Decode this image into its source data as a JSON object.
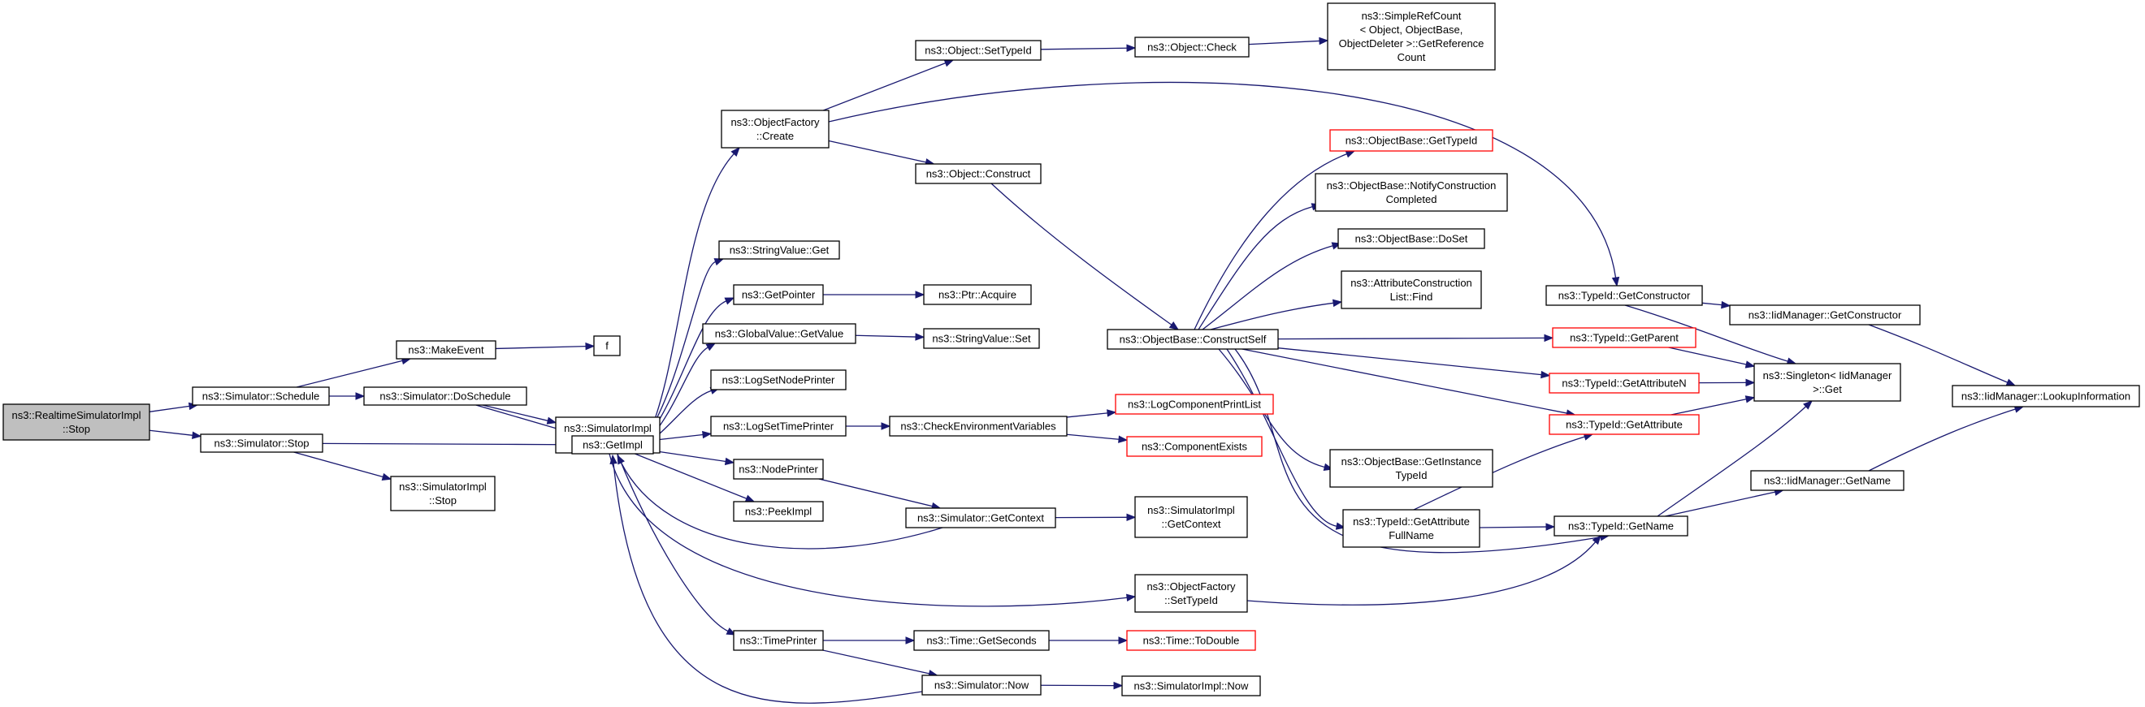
{
  "graph": {
    "nodes": [
      {
        "id": "rt_stop",
        "lines": [
          "ns3::RealtimeSimulatorImpl",
          "::Stop"
        ],
        "root": true
      },
      {
        "id": "sim_schedule",
        "lines": [
          "ns3::Simulator::Schedule"
        ]
      },
      {
        "id": "sim_stop",
        "lines": [
          "ns3::Simulator::Stop"
        ]
      },
      {
        "id": "make_event",
        "lines": [
          "ns3::MakeEvent"
        ]
      },
      {
        "id": "f",
        "lines": [
          "f"
        ]
      },
      {
        "id": "sim_doschedule",
        "lines": [
          "ns3::Simulator::DoSchedule"
        ]
      },
      {
        "id": "simimpl_schedule",
        "lines": [
          "ns3::SimulatorImpl",
          "::Schedule"
        ]
      },
      {
        "id": "simimpl_stop",
        "lines": [
          "ns3::SimulatorImpl",
          "::Stop"
        ]
      },
      {
        "id": "getimpl",
        "lines": [
          "ns3::GetImpl"
        ]
      },
      {
        "id": "objfactory_create",
        "lines": [
          "ns3::ObjectFactory",
          "::Create"
        ]
      },
      {
        "id": "stringvalue_get",
        "lines": [
          "ns3::StringValue::Get"
        ]
      },
      {
        "id": "getpointer",
        "lines": [
          "ns3::GetPointer"
        ]
      },
      {
        "id": "globalvalue_getvalue",
        "lines": [
          "ns3::GlobalValue::GetValue"
        ]
      },
      {
        "id": "logsetnodeprinter",
        "lines": [
          "ns3::LogSetNodePrinter"
        ]
      },
      {
        "id": "logsettimeprinter",
        "lines": [
          "ns3::LogSetTimePrinter"
        ]
      },
      {
        "id": "nodeprinter",
        "lines": [
          "ns3::NodePrinter"
        ]
      },
      {
        "id": "peekimpl",
        "lines": [
          "ns3::PeekImpl"
        ]
      },
      {
        "id": "timeprinter",
        "lines": [
          "ns3::TimePrinter"
        ]
      },
      {
        "id": "object_settypeid",
        "lines": [
          "ns3::Object::SetTypeId"
        ]
      },
      {
        "id": "object_construct",
        "lines": [
          "ns3::Object::Construct"
        ]
      },
      {
        "id": "ptr_acquire",
        "lines": [
          "ns3::Ptr::Acquire"
        ]
      },
      {
        "id": "stringvalue_set",
        "lines": [
          "ns3::StringValue::Set"
        ]
      },
      {
        "id": "checkenv",
        "lines": [
          "ns3::CheckEnvironmentVariables"
        ]
      },
      {
        "id": "sim_getcontext",
        "lines": [
          "ns3::Simulator::GetContext"
        ]
      },
      {
        "id": "time_getseconds",
        "lines": [
          "ns3::Time::GetSeconds"
        ]
      },
      {
        "id": "sim_now",
        "lines": [
          "ns3::Simulator::Now"
        ]
      },
      {
        "id": "object_check",
        "lines": [
          "ns3::Object::Check"
        ]
      },
      {
        "id": "objbase_constructself",
        "lines": [
          "ns3::ObjectBase::ConstructSelf"
        ]
      },
      {
        "id": "logcomponentprintlist",
        "lines": [
          "ns3::LogComponentPrintList"
        ],
        "truncated": true
      },
      {
        "id": "componentexists",
        "lines": [
          "ns3::ComponentExists"
        ],
        "truncated": true
      },
      {
        "id": "simimpl_getcontext",
        "lines": [
          "ns3::SimulatorImpl",
          "::GetContext"
        ]
      },
      {
        "id": "objfactory_settypeid",
        "lines": [
          "ns3::ObjectFactory",
          "::SetTypeId"
        ]
      },
      {
        "id": "time_todouble",
        "lines": [
          "ns3::Time::ToDouble"
        ],
        "truncated": true
      },
      {
        "id": "simimpl_now",
        "lines": [
          "ns3::SimulatorImpl::Now"
        ]
      },
      {
        "id": "simplerefcount",
        "lines": [
          "ns3::SimpleRefCount",
          "< Object, ObjectBase,",
          "ObjectDeleter >::GetReference",
          "Count"
        ]
      },
      {
        "id": "objbase_gettypeid",
        "lines": [
          "ns3::ObjectBase::GetTypeId"
        ],
        "truncated": true
      },
      {
        "id": "objbase_notify",
        "lines": [
          "ns3::ObjectBase::NotifyConstruction",
          "Completed"
        ]
      },
      {
        "id": "objbase_doset",
        "lines": [
          "ns3::ObjectBase::DoSet"
        ]
      },
      {
        "id": "attrconstr_find",
        "lines": [
          "ns3::AttributeConstruction",
          "List::Find"
        ]
      },
      {
        "id": "objbase_getinstancetypeid",
        "lines": [
          "ns3::ObjectBase::GetInstance",
          "TypeId"
        ]
      },
      {
        "id": "typeid_getattrfullname",
        "lines": [
          "ns3::TypeId::GetAttribute",
          "FullName"
        ]
      },
      {
        "id": "typeid_getconstructor",
        "lines": [
          "ns3::TypeId::GetConstructor"
        ]
      },
      {
        "id": "typeid_getparent",
        "lines": [
          "ns3::TypeId::GetParent"
        ],
        "truncated": true
      },
      {
        "id": "typeid_getattributen",
        "lines": [
          "ns3::TypeId::GetAttributeN"
        ],
        "truncated": true
      },
      {
        "id": "typeid_getattribute",
        "lines": [
          "ns3::TypeId::GetAttribute"
        ],
        "truncated": true
      },
      {
        "id": "typeid_getname",
        "lines": [
          "ns3::TypeId::GetName"
        ]
      },
      {
        "id": "iidmgr_getconstructor",
        "lines": [
          "ns3::IidManager::GetConstructor"
        ]
      },
      {
        "id": "singleton_get",
        "lines": [
          "ns3::Singleton< IidManager",
          ">::Get"
        ]
      },
      {
        "id": "iidmgr_getname",
        "lines": [
          "ns3::IidManager::GetName"
        ]
      },
      {
        "id": "iidmgr_lookupinfo",
        "lines": [
          "ns3::IidManager::LookupInformation"
        ]
      }
    ],
    "edges": [
      [
        "rt_stop",
        "sim_schedule"
      ],
      [
        "rt_stop",
        "sim_stop"
      ],
      [
        "sim_schedule",
        "make_event"
      ],
      [
        "sim_schedule",
        "sim_doschedule"
      ],
      [
        "make_event",
        "f"
      ],
      [
        "sim_doschedule",
        "simimpl_schedule"
      ],
      [
        "sim_doschedule",
        "getimpl"
      ],
      [
        "sim_stop",
        "getimpl"
      ],
      [
        "sim_stop",
        "simimpl_stop"
      ],
      [
        "getimpl",
        "objfactory_create"
      ],
      [
        "getimpl",
        "stringvalue_get"
      ],
      [
        "getimpl",
        "getpointer"
      ],
      [
        "getimpl",
        "globalvalue_getvalue"
      ],
      [
        "getimpl",
        "logsetnodeprinter"
      ],
      [
        "getimpl",
        "logsettimeprinter"
      ],
      [
        "getimpl",
        "nodeprinter"
      ],
      [
        "getimpl",
        "peekimpl"
      ],
      [
        "getimpl",
        "timeprinter"
      ],
      [
        "getimpl",
        "objfactory_settypeid"
      ],
      [
        "objfactory_create",
        "object_settypeid"
      ],
      [
        "objfactory_create",
        "object_construct"
      ],
      [
        "objfactory_create",
        "typeid_getconstructor"
      ],
      [
        "object_settypeid",
        "object_check"
      ],
      [
        "object_check",
        "simplerefcount"
      ],
      [
        "object_construct",
        "objbase_constructself"
      ],
      [
        "getpointer",
        "ptr_acquire"
      ],
      [
        "globalvalue_getvalue",
        "stringvalue_set"
      ],
      [
        "logsettimeprinter",
        "checkenv"
      ],
      [
        "checkenv",
        "logcomponentprintlist"
      ],
      [
        "checkenv",
        "componentexists"
      ],
      [
        "nodeprinter",
        "sim_getcontext"
      ],
      [
        "sim_getcontext",
        "getimpl"
      ],
      [
        "sim_getcontext",
        "simimpl_getcontext"
      ],
      [
        "timeprinter",
        "time_getseconds"
      ],
      [
        "timeprinter",
        "sim_now"
      ],
      [
        "time_getseconds",
        "time_todouble"
      ],
      [
        "sim_now",
        "getimpl"
      ],
      [
        "sim_now",
        "simimpl_now"
      ],
      [
        "objbase_constructself",
        "objbase_gettypeid"
      ],
      [
        "objbase_constructself",
        "objbase_notify"
      ],
      [
        "objbase_constructself",
        "objbase_doset"
      ],
      [
        "objbase_constructself",
        "attrconstr_find"
      ],
      [
        "objbase_constructself",
        "typeid_getparent"
      ],
      [
        "objbase_constructself",
        "typeid_getattributen"
      ],
      [
        "objbase_constructself",
        "typeid_getattribute"
      ],
      [
        "objbase_constructself",
        "objbase_getinstancetypeid"
      ],
      [
        "objbase_constructself",
        "typeid_getattrfullname"
      ],
      [
        "objbase_constructself",
        "typeid_getname"
      ],
      [
        "typeid_getattrfullname",
        "typeid_getattribute"
      ],
      [
        "typeid_getattrfullname",
        "typeid_getname"
      ],
      [
        "objfactory_settypeid",
        "typeid_getname"
      ],
      [
        "typeid_getconstructor",
        "iidmgr_getconstructor"
      ],
      [
        "typeid_getconstructor",
        "singleton_get"
      ],
      [
        "typeid_getparent",
        "singleton_get"
      ],
      [
        "typeid_getattributen",
        "singleton_get"
      ],
      [
        "typeid_getattribute",
        "singleton_get"
      ],
      [
        "typeid_getname",
        "singleton_get"
      ],
      [
        "typeid_getname",
        "iidmgr_getname"
      ],
      [
        "iidmgr_getconstructor",
        "iidmgr_lookupinfo"
      ],
      [
        "iidmgr_getname",
        "iidmgr_lookupinfo"
      ]
    ],
    "colors": {
      "edge": "#191970",
      "node_border": "#000000",
      "truncated_border": "#ff0000",
      "root_fill": "#bfbfbf"
    }
  }
}
